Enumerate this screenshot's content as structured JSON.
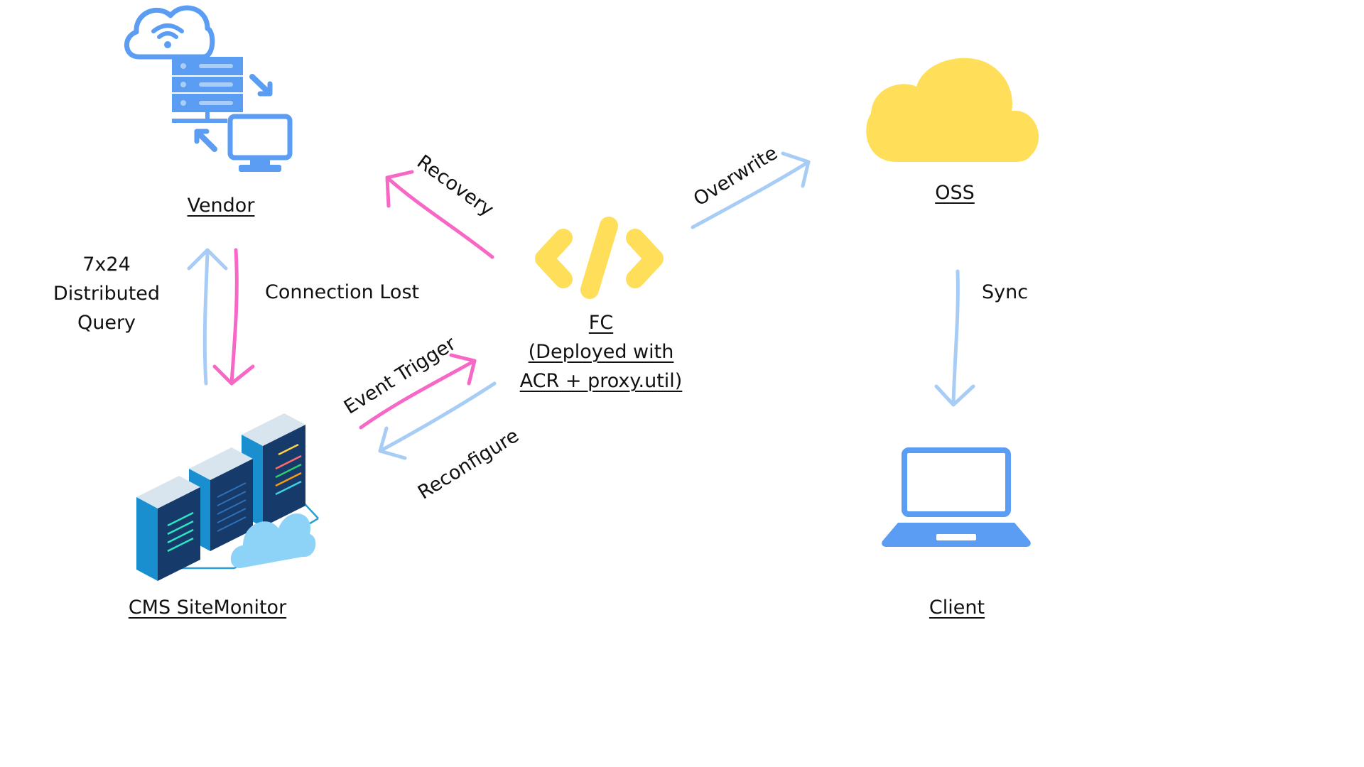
{
  "nodes": {
    "vendor": {
      "label": "Vendor",
      "icon": "cloud-server-computer-icon"
    },
    "cms": {
      "label": "CMS SiteMonitor",
      "icon": "server-rack-cloud-icon"
    },
    "fc": {
      "label_line1": "FC",
      "label_line2": "(Deployed with ",
      "label_line3": "ACR + proxy.util)",
      "icon": "code-brackets-icon"
    },
    "oss": {
      "label": "OSS",
      "icon": "cloud-icon"
    },
    "client": {
      "label": "Client",
      "icon": "laptop-icon"
    }
  },
  "edges": {
    "distributed_query": {
      "line1": "7x24",
      "line2": "Distributed",
      "line3": "Query"
    },
    "connection_lost": "Connection Lost",
    "recovery": "Recovery",
    "overwrite": "Overwrite",
    "event_trigger": "Event Trigger",
    "reconfigure": "Reconfigure",
    "sync": "Sync"
  },
  "colors": {
    "pink_arrow": "#f767c6",
    "blue_arrow": "#a7cdf6",
    "vendor_blue": "#5a9df2",
    "fc_yellow": "#ffde59",
    "oss_yellow": "#ffde59",
    "client_blue": "#5a9df2"
  }
}
